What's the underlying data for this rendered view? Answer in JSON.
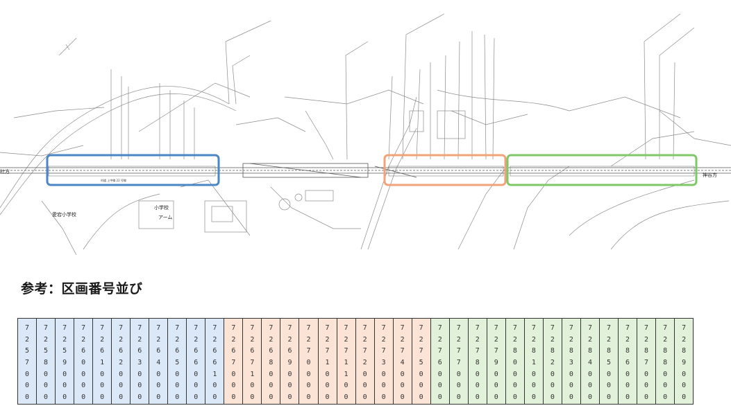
{
  "plan": {
    "left_label": "社方",
    "right_label": "神谷方",
    "road_label": "村道 上中線 22 号線",
    "school_label": "小学校",
    "school_label_2": "アーム",
    "school_label_3": "愛宕小学校",
    "group_colors": {
      "blue": "#4a86c5",
      "orange": "#f0a278",
      "green": "#7ec86a"
    }
  },
  "caption": "参考：区画番号並び",
  "sequence": {
    "cells": [
      {
        "code": "7257000",
        "group": "blue"
      },
      {
        "code": "7258000",
        "group": "blue"
      },
      {
        "code": "7259000",
        "group": "blue"
      },
      {
        "code": "7260000",
        "group": "blue"
      },
      {
        "code": "7261000",
        "group": "blue"
      },
      {
        "code": "7262000",
        "group": "blue"
      },
      {
        "code": "7263000",
        "group": "blue"
      },
      {
        "code": "7264000",
        "group": "blue"
      },
      {
        "code": "7265000",
        "group": "blue"
      },
      {
        "code": "7266000",
        "group": "blue"
      },
      {
        "code": "7266100",
        "group": "blue"
      },
      {
        "code": "7267000",
        "group": "orange"
      },
      {
        "code": "7267100",
        "group": "orange"
      },
      {
        "code": "7268000",
        "group": "orange"
      },
      {
        "code": "7269000",
        "group": "orange"
      },
      {
        "code": "7270000",
        "group": "orange"
      },
      {
        "code": "7271000",
        "group": "orange"
      },
      {
        "code": "7271100",
        "group": "orange"
      },
      {
        "code": "7272000",
        "group": "orange"
      },
      {
        "code": "7273000",
        "group": "orange"
      },
      {
        "code": "7274000",
        "group": "orange"
      },
      {
        "code": "7275000",
        "group": "orange"
      },
      {
        "code": "7276000",
        "group": "green"
      },
      {
        "code": "7277000",
        "group": "green"
      },
      {
        "code": "7278000",
        "group": "green"
      },
      {
        "code": "7279000",
        "group": "green"
      },
      {
        "code": "7280000",
        "group": "green"
      },
      {
        "code": "7281000",
        "group": "green"
      },
      {
        "code": "7282000",
        "group": "green"
      },
      {
        "code": "7283000",
        "group": "green"
      },
      {
        "code": "7284000",
        "group": "green"
      },
      {
        "code": "7285000",
        "group": "green"
      },
      {
        "code": "7286000",
        "group": "green"
      },
      {
        "code": "7287000",
        "group": "green"
      },
      {
        "code": "7288000",
        "group": "green"
      },
      {
        "code": "7289000",
        "group": "green"
      }
    ],
    "fill_colors": {
      "blue": "#dbe8f7",
      "orange": "#fbe3d6",
      "green": "#e2f1d9"
    }
  }
}
